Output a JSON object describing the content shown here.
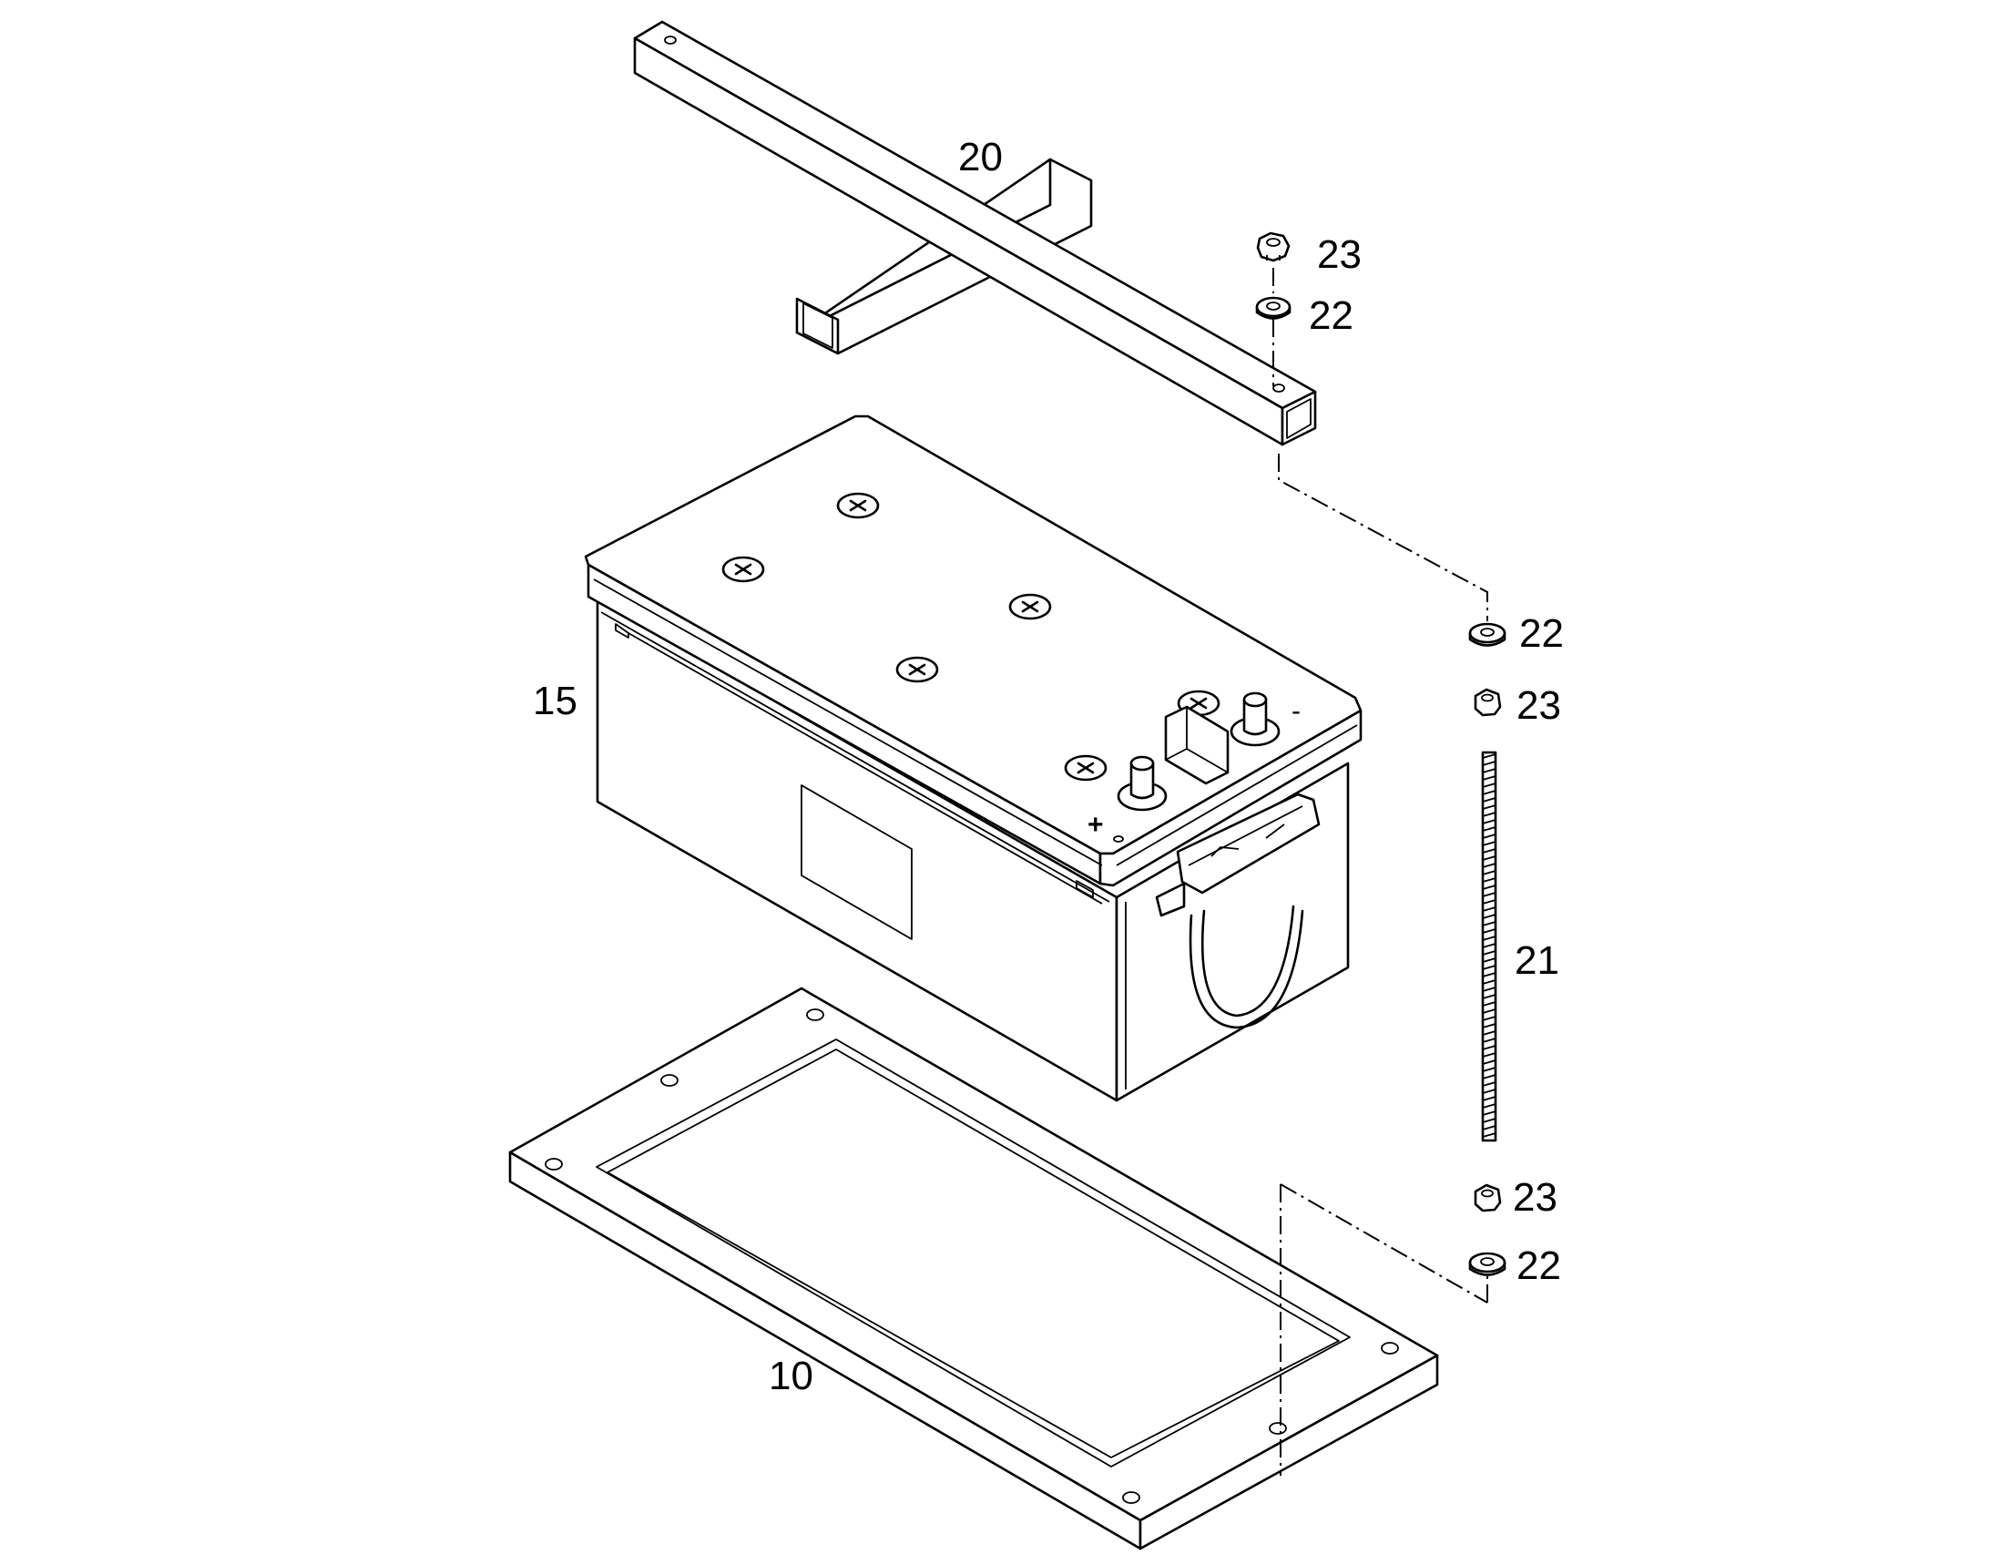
{
  "diagram": {
    "callouts": [
      {
        "id": "10",
        "text": "10"
      },
      {
        "id": "15",
        "text": "15"
      },
      {
        "id": "20",
        "text": "20"
      },
      {
        "id": "21",
        "text": "21"
      },
      {
        "id": "22a",
        "text": "22"
      },
      {
        "id": "22b",
        "text": "22"
      },
      {
        "id": "22c",
        "text": "22"
      },
      {
        "id": "23a",
        "text": "23"
      },
      {
        "id": "23b",
        "text": "23"
      },
      {
        "id": "23c",
        "text": "23"
      }
    ],
    "terminal_marks": {
      "positive": "+",
      "negative": "-"
    }
  }
}
